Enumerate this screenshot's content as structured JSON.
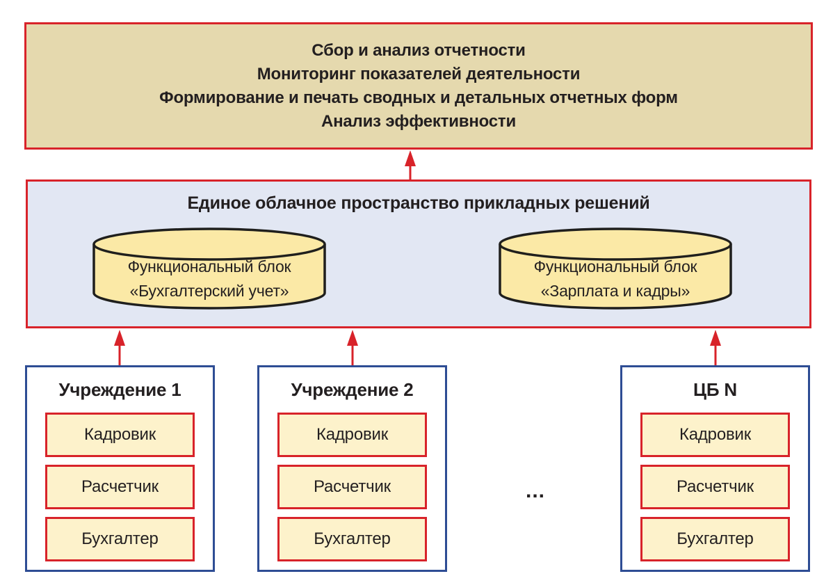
{
  "diagram": {
    "title_block": {
      "lines": [
        "Сбор и анализ отчетности",
        "Мониторинг показателей деятельности",
        "Формирование и печать сводных и детальных отчетных форм",
        "Анализ эффективности"
      ]
    },
    "cloud_block": {
      "title": "Единое облачное пространство прикладных решений",
      "databases": [
        {
          "line1": "Функциональный блок",
          "line2": "«Бухгалтерский учет»"
        },
        {
          "line1": "Функциональный блок",
          "line2": "«Зарплата и кадры»"
        }
      ]
    },
    "organizations": [
      {
        "title": "Учреждение 1",
        "roles": [
          "Кадровик",
          "Расчетчик",
          "Бухгалтер"
        ]
      },
      {
        "title": "Учреждение 2",
        "roles": [
          "Кадровик",
          "Расчетчик",
          "Бухгалтер"
        ]
      },
      {
        "title": "ЦБ N",
        "roles": [
          "Кадровик",
          "Расчетчик",
          "Бухгалтер"
        ]
      }
    ],
    "ellipsis": "...",
    "colors": {
      "accent_red": "#d8232a",
      "accent_blue": "#2e4d94",
      "top_fill": "#e5d9ae",
      "cloud_fill": "#e2e7f3",
      "db_fill": "#fbe9a6",
      "role_fill": "#fdf2cb",
      "text": "#231f20"
    }
  }
}
